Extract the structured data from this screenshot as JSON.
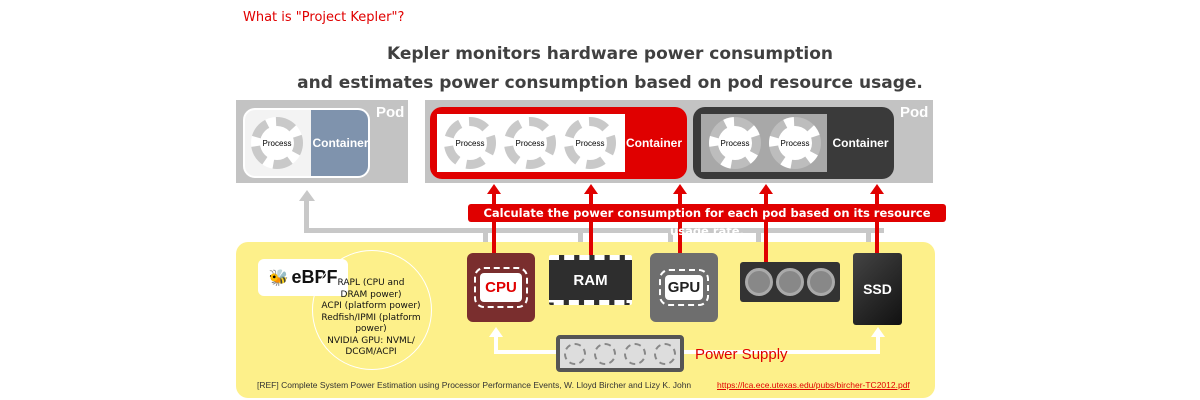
{
  "question": "What is \"Project Kepler\"?",
  "heading": {
    "line1": "Kepler monitors hardware power consumption",
    "line2": "and estimates power consumption based on pod resource usage."
  },
  "pods": [
    {
      "label": "Pod",
      "container": {
        "label": "Container",
        "color": "#7f93ad",
        "processes": [
          "Process"
        ]
      }
    },
    {
      "label": "Pod",
      "containers": [
        {
          "label": "Container",
          "color": "#e00000",
          "processes": [
            "Process",
            "Process",
            "Process"
          ]
        },
        {
          "label": "Container",
          "color": "#3a3a3a",
          "processes": [
            "Process",
            "Process"
          ]
        }
      ]
    }
  ],
  "banner": "Calculate the power consumption for each pod based on its resource usage rate.",
  "ebpf_logo": "eBPF",
  "sources": [
    "RAPL (CPU and",
    "DRAM power)",
    "ACPI (platform power)",
    "Redfish/IPMI (platform",
    "power)",
    "NVIDIA GPU: NVML/",
    "DCGM/ACPI"
  ],
  "hardware": {
    "cpu": "CPU",
    "ram": "RAM",
    "gpu": "GPU",
    "ssd": "SSD",
    "power_supply": "Power Supply"
  },
  "reference": {
    "text": "[REF] Complete System Power Estimation using Processor Performance Events, W. Lloyd Bircher and Lizy K. John",
    "link": "https://lca.ece.utexas.edu/pubs/bircher-TC2012.pdf"
  }
}
